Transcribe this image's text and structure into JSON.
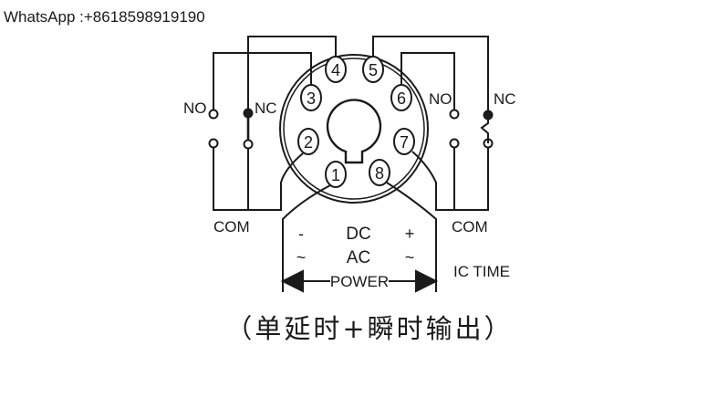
{
  "watermark": "WhatsApp :+8618598919190",
  "pins": [
    "1",
    "2",
    "3",
    "4",
    "5",
    "6",
    "7",
    "8"
  ],
  "labels": {
    "no_left": "NO",
    "nc_left": "NC",
    "no_right": "NO",
    "nc_right": "NC",
    "com_left": "COM",
    "com_right": "COM",
    "dc_minus": "-",
    "dc": "DC",
    "dc_plus": "+",
    "ac_tilde_left": "~",
    "ac": "AC",
    "ac_tilde_right": "~",
    "power": "POWER",
    "ic_time": "IC TIME"
  },
  "caption": "（单延时+瞬时输出）",
  "colors": {
    "line": "#1a1a1a",
    "background": "#ffffff"
  }
}
